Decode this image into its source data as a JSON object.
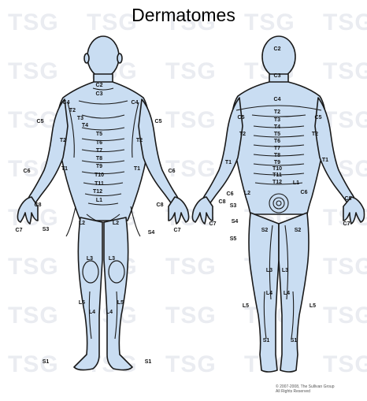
{
  "title": "Dermatomes",
  "watermark": "TSG",
  "copyright": {
    "line1": "© 2007-2008, The Sullivan Group",
    "line2": "All Rights Reserved"
  },
  "colors": {
    "skin": "#c9ddf2",
    "outline": "#1a1a1a",
    "label": "#111111",
    "watermark": "#d9dee6"
  },
  "front_view": {
    "labels": [
      "C2",
      "C3",
      "C4",
      "C4",
      "C5",
      "C5",
      "T2",
      "T3",
      "T4",
      "T5",
      "T6",
      "T7",
      "T8",
      "T9",
      "T10",
      "T11",
      "T12",
      "L1",
      "T2",
      "T2",
      "T1",
      "T1",
      "C6",
      "C6",
      "C8",
      "C8",
      "C7",
      "C7",
      "S3",
      "S4",
      "L2",
      "L2",
      "L3",
      "L3",
      "L4",
      "L4",
      "L5",
      "L5",
      "S1",
      "S1"
    ]
  },
  "back_view": {
    "labels": [
      "C2",
      "C3",
      "C4",
      "C5",
      "C5",
      "T2",
      "T3",
      "T4",
      "T5",
      "T6",
      "T7",
      "T8",
      "T9",
      "T10",
      "T11",
      "T12",
      "T2",
      "T2",
      "T1",
      "T1",
      "C6",
      "C6",
      "L1",
      "L2",
      "C8",
      "C8",
      "C7",
      "C7",
      "S3",
      "S4",
      "S5",
      "S2",
      "S2",
      "L3",
      "L3",
      "L4",
      "L4",
      "L5",
      "L5",
      "S1",
      "S1"
    ]
  }
}
